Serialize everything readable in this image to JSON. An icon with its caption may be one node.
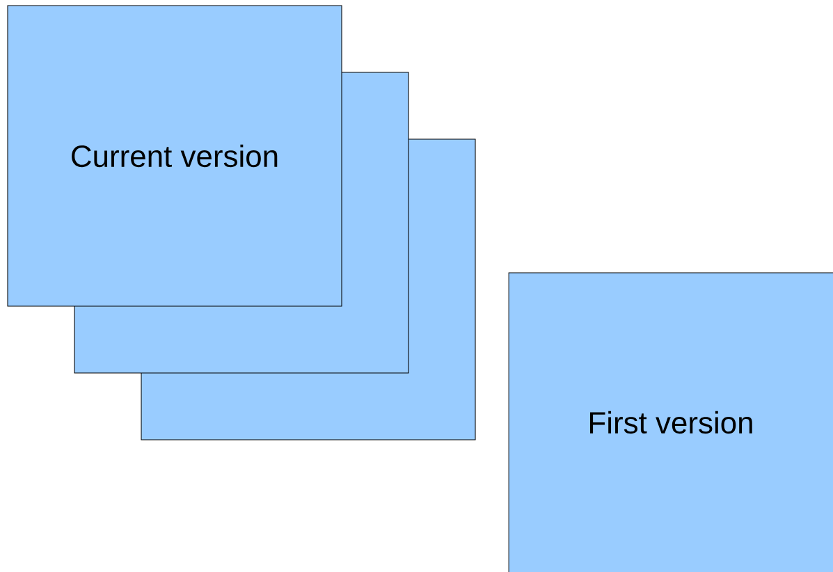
{
  "diagram": {
    "nodes": [
      {
        "text": [
          "Current version"
        ]
      },
      {
        "text": [],
        "shape": "box"
      },
      {
        "text": [],
        "shape": "box"
      },
      {
        "text": [
          "First version"
        ]
      }
    ]
  }
}
